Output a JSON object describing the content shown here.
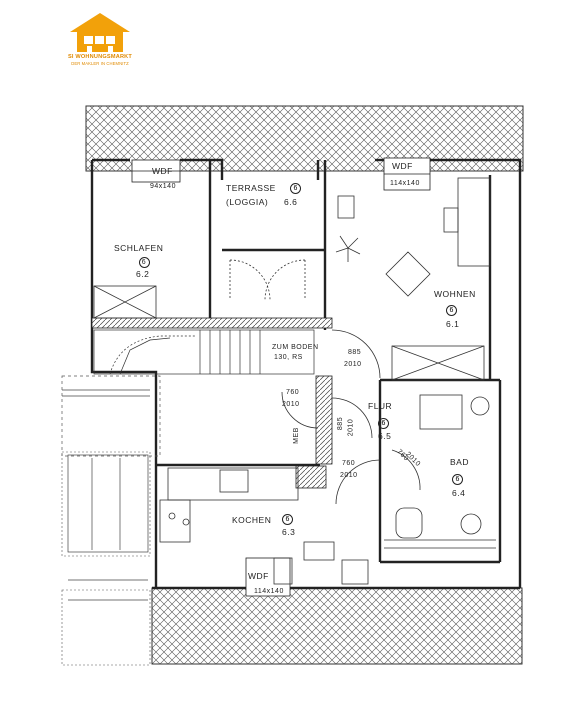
{
  "logo": {
    "line1": "SI WOHNUNGSMARKT",
    "line2": "DER MAKLER IN CHEMNITZ",
    "accent": "#f2a10a"
  },
  "rooms": {
    "schlafen": {
      "name": "SCHLAFEN",
      "num": "6",
      "area": "6.2"
    },
    "terrasse": {
      "name": "TERRASSE",
      "sub": "(LOGGIA)",
      "num": "6",
      "area": "6.6"
    },
    "wohnen": {
      "name": "WOHNEN",
      "num": "6",
      "area": "6.1"
    },
    "flur": {
      "name": "FLUR",
      "num": "6",
      "area": "6.5"
    },
    "bad": {
      "name": "BAD",
      "num": "6",
      "area": "6.4"
    },
    "kochen": {
      "name": "KOCHEN",
      "num": "6",
      "area": "6.3"
    }
  },
  "labels": {
    "wdf1": "WDF",
    "wdf1_size": "94x140",
    "wdf2": "WDF",
    "wdf2_size": "114x140",
    "wdf3": "WDF",
    "wdf3_size": "114x140",
    "boden1": "ZUM BODEN",
    "boden2": "130, RS",
    "d885a_w": "885",
    "d885a_h": "2010",
    "d760a_w": "760",
    "d760a_h": "2010",
    "d885b_w": "885",
    "d885b_h": "2010",
    "d760b_w": "760",
    "d760b_h": "2010",
    "d760c_w": "760",
    "d760c_h": "2010",
    "meb": "MEB"
  }
}
